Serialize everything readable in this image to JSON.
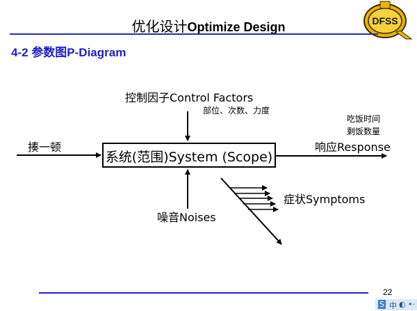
{
  "header": {
    "title_zh": "优化设计",
    "title_en": "Optimize Design",
    "logo_text": "DFSS"
  },
  "section": {
    "heading": "4-2 参数图P-Diagram"
  },
  "diagram": {
    "input_label": "揍一顿",
    "control_factors_label": "控制因子Control Factors",
    "control_factors_examples": "部位、次数、力度",
    "system_label": "系统(范围)System (Scope)",
    "noise_label": "噪音Noises",
    "response_label": "响应Response",
    "response_example_1": "吃饭时间",
    "response_example_2": "剩饭数量",
    "symptoms_label": "症状Symptoms"
  },
  "footer": {
    "page_number": "22"
  },
  "taskbar": {
    "items": [
      "S",
      "中",
      "◐",
      "•·"
    ]
  },
  "colors": {
    "accent_blue": "#1f1fc8",
    "logo_gold": "#e8b400",
    "logo_dark": "#3a2a00"
  }
}
